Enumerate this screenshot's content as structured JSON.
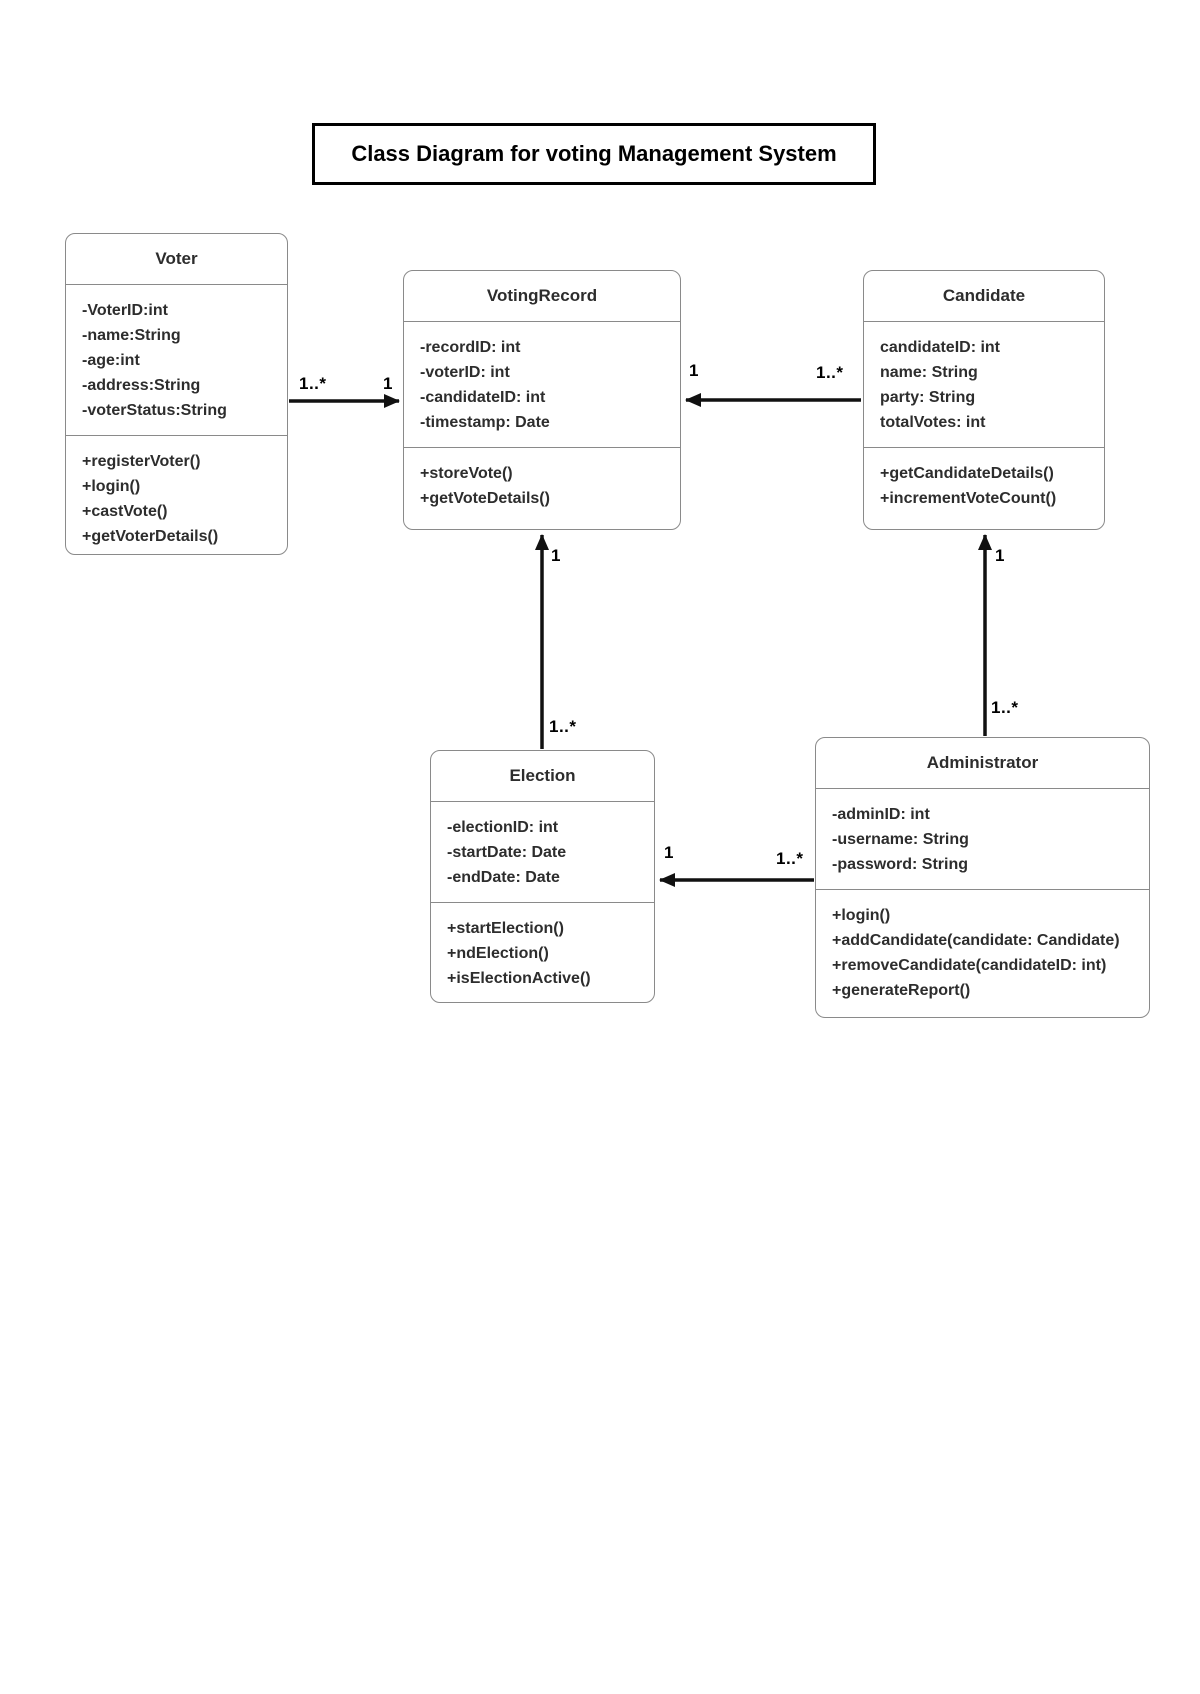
{
  "title": {
    "text": "Class Diagram for voting Management System"
  },
  "classes": [
    {
      "id": "voter",
      "name": "Voter",
      "attributes": [
        "-VoterID:int",
        "-name:String",
        "-age:int",
        "-address:String",
        "-voterStatus:String"
      ],
      "methods": [
        "+registerVoter()",
        "+login()",
        "+castVote()",
        "+getVoterDetails()"
      ]
    },
    {
      "id": "votingrecord",
      "name": "VotingRecord",
      "attributes": [
        "-recordID: int",
        "-voterID: int",
        "-candidateID: int",
        "-timestamp: Date"
      ],
      "methods": [
        "+storeVote()",
        "+getVoteDetails()"
      ]
    },
    {
      "id": "candidate",
      "name": "Candidate",
      "attributes": [
        "candidateID: int",
        "name: String",
        "party: String",
        "totalVotes: int"
      ],
      "methods": [
        "+getCandidateDetails()",
        "+incrementVoteCount()"
      ]
    },
    {
      "id": "election",
      "name": "Election",
      "attributes": [
        "-electionID: int",
        "-startDate: Date",
        "-endDate: Date"
      ],
      "methods": [
        "+startElection()",
        "+ndElection()",
        "+isElectionActive()"
      ]
    },
    {
      "id": "administrator",
      "name": "Administrator",
      "attributes": [
        "-adminID: int",
        "-username: String",
        "-password: String"
      ],
      "methods": [
        "+login()",
        "+addCandidate(candidate: Candidate)",
        "+removeCandidate(candidateID: int)",
        "+generateReport()"
      ]
    }
  ],
  "connections": [
    {
      "source": "Voter",
      "target": "VotingRecord",
      "source_label": "1..*",
      "target_label": "1"
    },
    {
      "source": "Candidate",
      "target": "VotingRecord",
      "source_label": "1..*",
      "target_label": "1"
    },
    {
      "source": "Election",
      "target": "VotingRecord",
      "source_label": "1..*",
      "target_label": "1"
    },
    {
      "source": "Administrator",
      "target": "Candidate",
      "source_label": "1..*",
      "target_label": "1"
    },
    {
      "source": "Administrator",
      "target": "Election",
      "source_label": "1..*",
      "target_label": "1"
    }
  ],
  "colors": {
    "box_border": "#8a8a8a",
    "text": "#2d2d2d",
    "arrow": "#111111",
    "title_border": "#000000",
    "background": "#ffffff"
  }
}
